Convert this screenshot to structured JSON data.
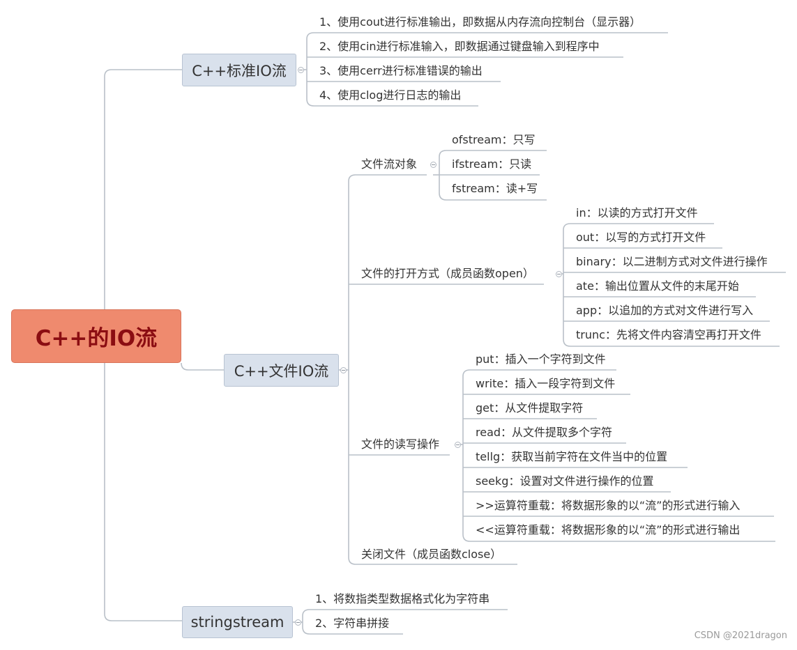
{
  "root": {
    "label": "C++的IO流"
  },
  "std_io": {
    "label": "C++标准IO流",
    "items": [
      "1、使用cout进行标准输出，即数据从内存流向控制台（显示器）",
      "2、使用cin进行标准输入，即数据通过键盘输入到程序中",
      "3、使用cerr进行标准错误的输出",
      "4、使用clog进行日志的输出"
    ]
  },
  "file_io": {
    "label": "C++文件IO流",
    "objects": {
      "label": "文件流对象",
      "items": [
        "ofstream：只写",
        "ifstream：只读",
        "fstream：读+写"
      ]
    },
    "open_modes": {
      "label": "文件的打开方式（成员函数open）",
      "items": [
        "in：以读的方式打开文件",
        "out：以写的方式打开文件",
        "binary：以二进制方式对文件进行操作",
        "ate：输出位置从文件的末尾开始",
        "app：以追加的方式对文件进行写入",
        "trunc：先将文件内容清空再打开文件"
      ]
    },
    "rw_ops": {
      "label": "文件的读写操作",
      "items": [
        "put：插入一个字符到文件",
        "write：插入一段字符到文件",
        "get：从文件提取字符",
        "read：从文件提取多个字符",
        "tellg：获取当前字符在文件当中的位置",
        "seekg：设置对文件进行操作的位置",
        ">>运算符重载：将数据形象的以“流”的形式进行输入",
        "<<运算符重载：将数据形象的以“流”的形式进行输出"
      ]
    },
    "close": {
      "label": "关闭文件（成员函数close）"
    }
  },
  "stringstream": {
    "label": "stringstream",
    "items": [
      "1、将数指类型数据格式化为字符串",
      "2、字符串拼接"
    ]
  },
  "watermark": "CSDN @2021dragon",
  "colors": {
    "root_fill": "#ef8a6e",
    "root_text": "#8b0d12",
    "branch_fill": "#d9e1ec",
    "connector": "#b9c0c8"
  }
}
